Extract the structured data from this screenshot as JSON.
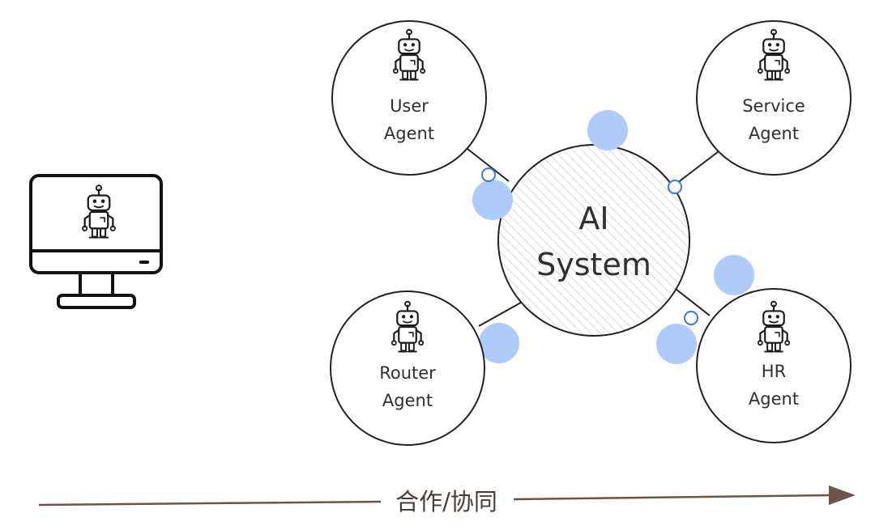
{
  "center_node": {
    "line1": "AI",
    "line2": "System"
  },
  "agents": [
    {
      "line1": "User",
      "line2": "Agent"
    },
    {
      "line1": "Service",
      "line2": "Agent"
    },
    {
      "line1": "Router",
      "line2": "Agent"
    },
    {
      "line1": "HR",
      "line2": "Agent"
    }
  ],
  "bottom_axis": {
    "label": "合作/协同"
  },
  "icons": {
    "computer": "desktop-monitor-with-robot",
    "robot": "robot-icon"
  },
  "colors": {
    "bubble": "#aecbfa",
    "bubble_outline": "#3c78d8",
    "arrow": "#6e5447",
    "stroke": "#1f1f1f"
  }
}
